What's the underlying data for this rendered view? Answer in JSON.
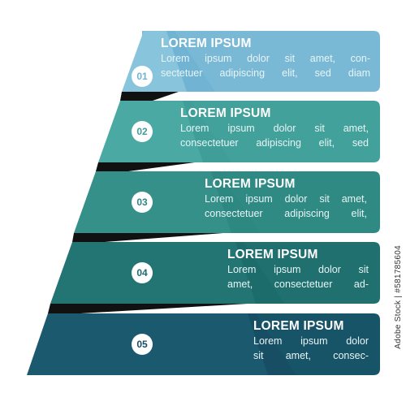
{
  "diagram": {
    "type": "pyramid",
    "levels": [
      {
        "number": "01",
        "title": "LOREM IPSUM",
        "lines": [
          "Lorem ipsum dolor sit amet, con-",
          "sectetuer adipiscing elit, sed diam"
        ],
        "color": "#6fb3d2",
        "front": "#88c5dc",
        "band": "#79b9d6"
      },
      {
        "number": "02",
        "title": "LOREM IPSUM",
        "lines": [
          "Lorem ipsum dolor sit amet,",
          "consectetuer adipiscing elit, sed"
        ],
        "color": "#3f9e98",
        "front": "#4aa9a2",
        "band": "#42a19a"
      },
      {
        "number": "03",
        "title": "LOREM IPSUM",
        "lines": [
          "Lorem ipsum dolor sit amet,",
          "consectetuer adipiscing elit,"
        ],
        "color": "#2c8780",
        "front": "#349089",
        "band": "#2f8a83"
      },
      {
        "number": "04",
        "title": "LOREM IPSUM",
        "lines": [
          "Lorem ipsum dolor sit",
          "amet, consectetuer ad-"
        ],
        "color": "#1d6c6b",
        "front": "#237573",
        "band": "#1f706e"
      },
      {
        "number": "05",
        "title": "LOREM IPSUM",
        "lines": [
          "Lorem ipsum dolor",
          "sit amet, consec-"
        ],
        "color": "#174e63",
        "front": "#1b5a6e",
        "band": "#185468"
      }
    ]
  },
  "watermark": "Adobe Stock | #581785604"
}
